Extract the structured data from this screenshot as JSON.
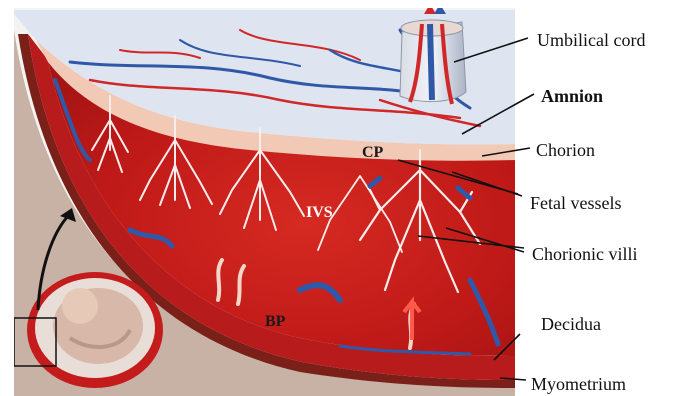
{
  "labels": {
    "umbilical_cord": "Umbilical cord",
    "amnion": "Amnion",
    "chorion": "Chorion",
    "fetal_vessels": "Fetal vessels",
    "chorionic_villi": "Chorionic villi",
    "decidua": "Decidua",
    "myometrium": "Myometrium"
  },
  "inner_labels": {
    "cp": "CP",
    "ivs": "IVS",
    "bp": "BP"
  },
  "colors": {
    "ivs_red": "#c61a1a",
    "amnion_blue": "#dfe5f0",
    "vein_blue": "#3058a8",
    "artery_red": "#d02828",
    "chorion_pink": "#f1c9b4",
    "decidua_red": "#b81b1b"
  }
}
